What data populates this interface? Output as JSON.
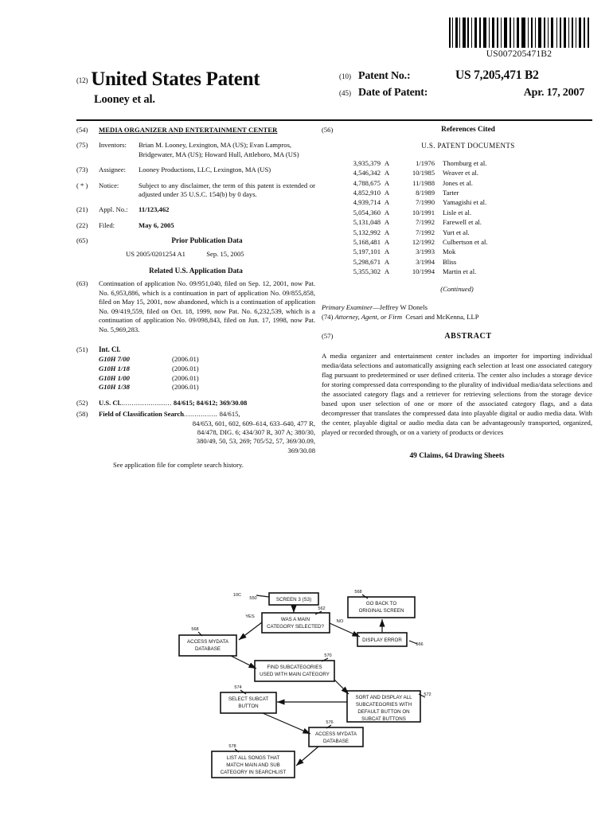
{
  "barcode": {
    "number": "US007205471B2"
  },
  "header": {
    "code_12": "(12)",
    "title": "United States Patent",
    "inventor_line": "Looney et al.",
    "code_10": "(10)",
    "patent_no_label": "Patent No.:",
    "patent_no_value": "US 7,205,471 B2",
    "code_45": "(45)",
    "date_label": "Date of Patent:",
    "date_value": "Apr. 17, 2007"
  },
  "left": {
    "f54": {
      "code": "(54)",
      "title": "MEDIA ORGANIZER AND ENTERTAINMENT CENTER"
    },
    "f75": {
      "code": "(75)",
      "name": "Inventors:",
      "body": "Brian M. Looney, Lexington, MA (US); Evan Lampros, Bridgewater, MA (US); Howard Hull, Attleboro, MA (US)"
    },
    "f73": {
      "code": "(73)",
      "name": "Assignee:",
      "body": "Looney Productions, LLC, Lexington, MA (US)"
    },
    "f_notice": {
      "code": "( * )",
      "name": "Notice:",
      "body": "Subject to any disclaimer, the term of this patent is extended or adjusted under 35 U.S.C. 154(b) by 0 days."
    },
    "f21": {
      "code": "(21)",
      "name": "Appl. No.:",
      "body": "11/123,462"
    },
    "f22": {
      "code": "(22)",
      "name": "Filed:",
      "body": "May 6, 2005"
    },
    "f65": {
      "code": "(65)",
      "heading": "Prior Publication Data",
      "pub_number": "US 2005/0201254 A1",
      "pub_date": "Sep. 15, 2005"
    },
    "related_heading": "Related U.S. Application Data",
    "f63": {
      "code": "(63)",
      "body": "Continuation of application No. 09/951,040, filed on Sep. 12, 2001, now Pat. No. 6,953,886, which is a continuation in part of application No. 09/855,858, filed on May 15, 2001, now abandoned, which is a continuation of application No. 09/419,559, filed on Oct. 18, 1999, now Pat. No. 6,232,539, which is a continuation of application No. 09/098,843, filed on Jun. 17, 1998, now Pat. No. 5,969,283."
    },
    "f51": {
      "code": "(51)",
      "heading": "Int. Cl.",
      "rows": [
        {
          "cls": "G10H 7/00",
          "ver": "(2006.01)"
        },
        {
          "cls": "G10H 1/18",
          "ver": "(2006.01)"
        },
        {
          "cls": "G10H 1/00",
          "ver": "(2006.01)"
        },
        {
          "cls": "G10H 1/38",
          "ver": "(2006.01)"
        }
      ]
    },
    "f52": {
      "code": "(52)",
      "label": "U.S. Cl.",
      "dots": "........................",
      "body": "84/615; 84/612; 369/30.08"
    },
    "f58": {
      "code": "(58)",
      "label": "Field of Classification Search",
      "dots": "................",
      "line1": "84/615,",
      "line2": "84/653, 601, 602, 609–614, 633–640, 477 R,",
      "line3": "84/478, DIG. 6; 434/307 R, 307 A; 380/30,",
      "line4": "380/49, 50, 53, 269; 705/52, 57, 369/30.09,",
      "line5": "369/30.08",
      "see_file": "See application file for complete search history."
    }
  },
  "right": {
    "f56_code": "(56)",
    "refs_heading": "References Cited",
    "refs_sub": "U.S. PATENT DOCUMENTS",
    "references": [
      {
        "number": "3,935,379",
        "kind": "A",
        "date": "1/1976",
        "name": "Thornburg et al."
      },
      {
        "number": "4,546,342",
        "kind": "A",
        "date": "10/1985",
        "name": "Weaver et al."
      },
      {
        "number": "4,788,675",
        "kind": "A",
        "date": "11/1988",
        "name": "Jones et al."
      },
      {
        "number": "4,852,910",
        "kind": "A",
        "date": "8/1989",
        "name": "Tarter"
      },
      {
        "number": "4,939,714",
        "kind": "A",
        "date": "7/1990",
        "name": "Yamagishi et al."
      },
      {
        "number": "5,054,360",
        "kind": "A",
        "date": "10/1991",
        "name": "Lisle et al."
      },
      {
        "number": "5,131,048",
        "kind": "A",
        "date": "7/1992",
        "name": "Farewell et al."
      },
      {
        "number": "5,132,992",
        "kind": "A",
        "date": "7/1992",
        "name": "Yurt et al."
      },
      {
        "number": "5,168,481",
        "kind": "A",
        "date": "12/1992",
        "name": "Culbertson et al."
      },
      {
        "number": "5,197,101",
        "kind": "A",
        "date": "3/1993",
        "name": "Mok"
      },
      {
        "number": "5,298,671",
        "kind": "A",
        "date": "3/1994",
        "name": "Bliss"
      },
      {
        "number": "5,355,302",
        "kind": "A",
        "date": "10/1994",
        "name": "Martin et al."
      }
    ],
    "continued": "(Continued)",
    "primary_examiner_label": "Primary Examiner",
    "primary_examiner_name": "Jeffrey W Donels",
    "f74_code": "(74)",
    "attorney_label": "Attorney, Agent, or Firm",
    "attorney_name": "Cesari and McKenna, LLP",
    "f57_code": "(57)",
    "abstract_heading": "ABSTRACT",
    "abstract_body": "A media organizer and entertainment center includes an importer for importing individual media/data selections and automatically assigning each selection at least one associated category flag pursuant to predetermined or user defined criteria. The center also includes a storage device for storing compressed data corresponding to the plurality of individual media/data selections and the associated category flags and a retriever for retrieving selections from the storage device based upon user selection of one or more of the associated category flags, and a data decompresser that translates the compressed data into playable digital or audio media data. With the center, playable digital or audio media data can be advantageously transported, organized, played or recorded through, or on a variety of products or devices",
    "claims_line": "49 Claims, 64 Drawing Sheets"
  },
  "figure": {
    "nodes": [
      {
        "id": "screen3",
        "label": "SCREEN 3 (S3)",
        "ref": "550"
      },
      {
        "id": "mainq",
        "label": "WAS A MAIN\nCATEGORY SELECTED?",
        "ref": "562"
      },
      {
        "id": "goback",
        "label": "GO BACK TO\nORIGINAL SCREEN",
        "ref": "568"
      },
      {
        "id": "displayerr",
        "label": "DISPLAY ERROR",
        "ref": "566"
      },
      {
        "id": "accessdb1",
        "label": "ACCESS MYDATA\nDATABASE",
        "ref": "568"
      },
      {
        "id": "findsub",
        "label": "FIND SUBCATEGORIES\nUSED WITH MAIN CATEGORY",
        "ref": "570"
      },
      {
        "id": "sortdisplay",
        "label": "SORT AND DISPLAY ALL\nSUBCATEGORIES WITH\nDEFAULT BUTTON ON\nSUBCAT BUTTONS",
        "ref": "572"
      },
      {
        "id": "selectsub",
        "label": "SELECT SUBCAT\nBUTTON",
        "ref": "574"
      },
      {
        "id": "accessdb2",
        "label": "ACCESS MYDATA\nDATABASE",
        "ref": "576"
      },
      {
        "id": "listsongs",
        "label": "LIST ALL SONGS THAT\nMATCH MAIN AND SUB\nCATEGORY IN SEARCHLIST",
        "ref": "578"
      }
    ],
    "edge_labels": {
      "yes": "YES",
      "no": "NO"
    }
  }
}
